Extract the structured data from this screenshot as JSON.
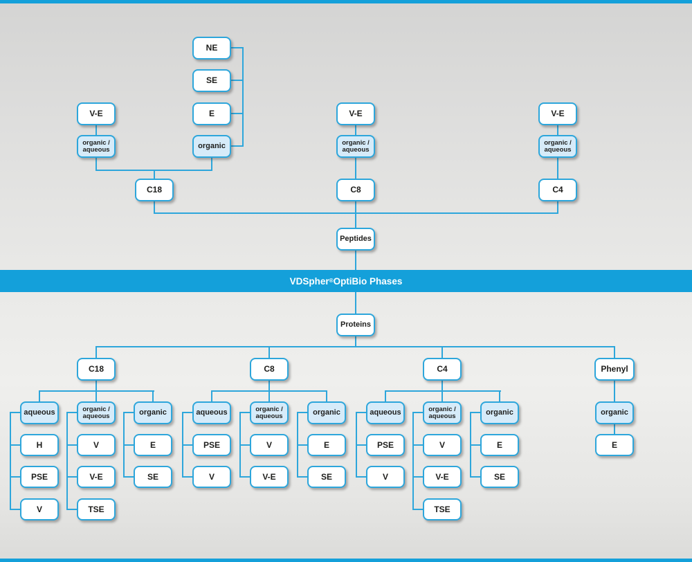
{
  "banner": {
    "brand": "VDSpher",
    "registered": "®",
    "suffix": " OptiBio Phases"
  },
  "peptides": {
    "root": "Peptides",
    "c18": {
      "label": "C18",
      "gradient_ve": "V-E",
      "mode_organic_aqueous": "organic / aqueous",
      "mode_organic": "organic",
      "organic_eluents": [
        "NE",
        "SE",
        "E"
      ]
    },
    "c8": {
      "label": "C8",
      "gradient_ve": "V-E",
      "mode_organic_aqueous": "organic / aqueous"
    },
    "c4": {
      "label": "C4",
      "gradient_ve": "V-E",
      "mode_organic_aqueous": "organic / aqueous"
    }
  },
  "proteins": {
    "root": "Proteins",
    "c18": {
      "label": "C18",
      "aqueous": {
        "mode": "aqueous",
        "children": [
          "H",
          "PSE",
          "V"
        ]
      },
      "organic_aqueous": {
        "mode": "organic / aqueous",
        "children": [
          "V",
          "V-E",
          "TSE"
        ]
      },
      "organic": {
        "mode": "organic",
        "children": [
          "E",
          "SE"
        ]
      }
    },
    "c8": {
      "label": "C8",
      "aqueous": {
        "mode": "aqueous",
        "children": [
          "PSE",
          "V"
        ]
      },
      "organic_aqueous": {
        "mode": "organic / aqueous",
        "children": [
          "V",
          "V-E"
        ]
      },
      "organic": {
        "mode": "organic",
        "children": [
          "E",
          "SE"
        ]
      }
    },
    "c4": {
      "label": "C4",
      "aqueous": {
        "mode": "aqueous",
        "children": [
          "PSE",
          "V"
        ]
      },
      "organic_aqueous": {
        "mode": "organic / aqueous",
        "children": [
          "V",
          "V-E",
          "TSE"
        ]
      },
      "organic": {
        "mode": "organic",
        "children": [
          "E",
          "SE"
        ]
      }
    },
    "phenyl": {
      "label": "Phenyl",
      "organic": {
        "mode": "organic",
        "children": [
          "E"
        ]
      }
    }
  },
  "colors": {
    "accent_blue": "#14a0da",
    "line_blue": "#2da6db",
    "light_box_fill": "#d6ebf9"
  }
}
